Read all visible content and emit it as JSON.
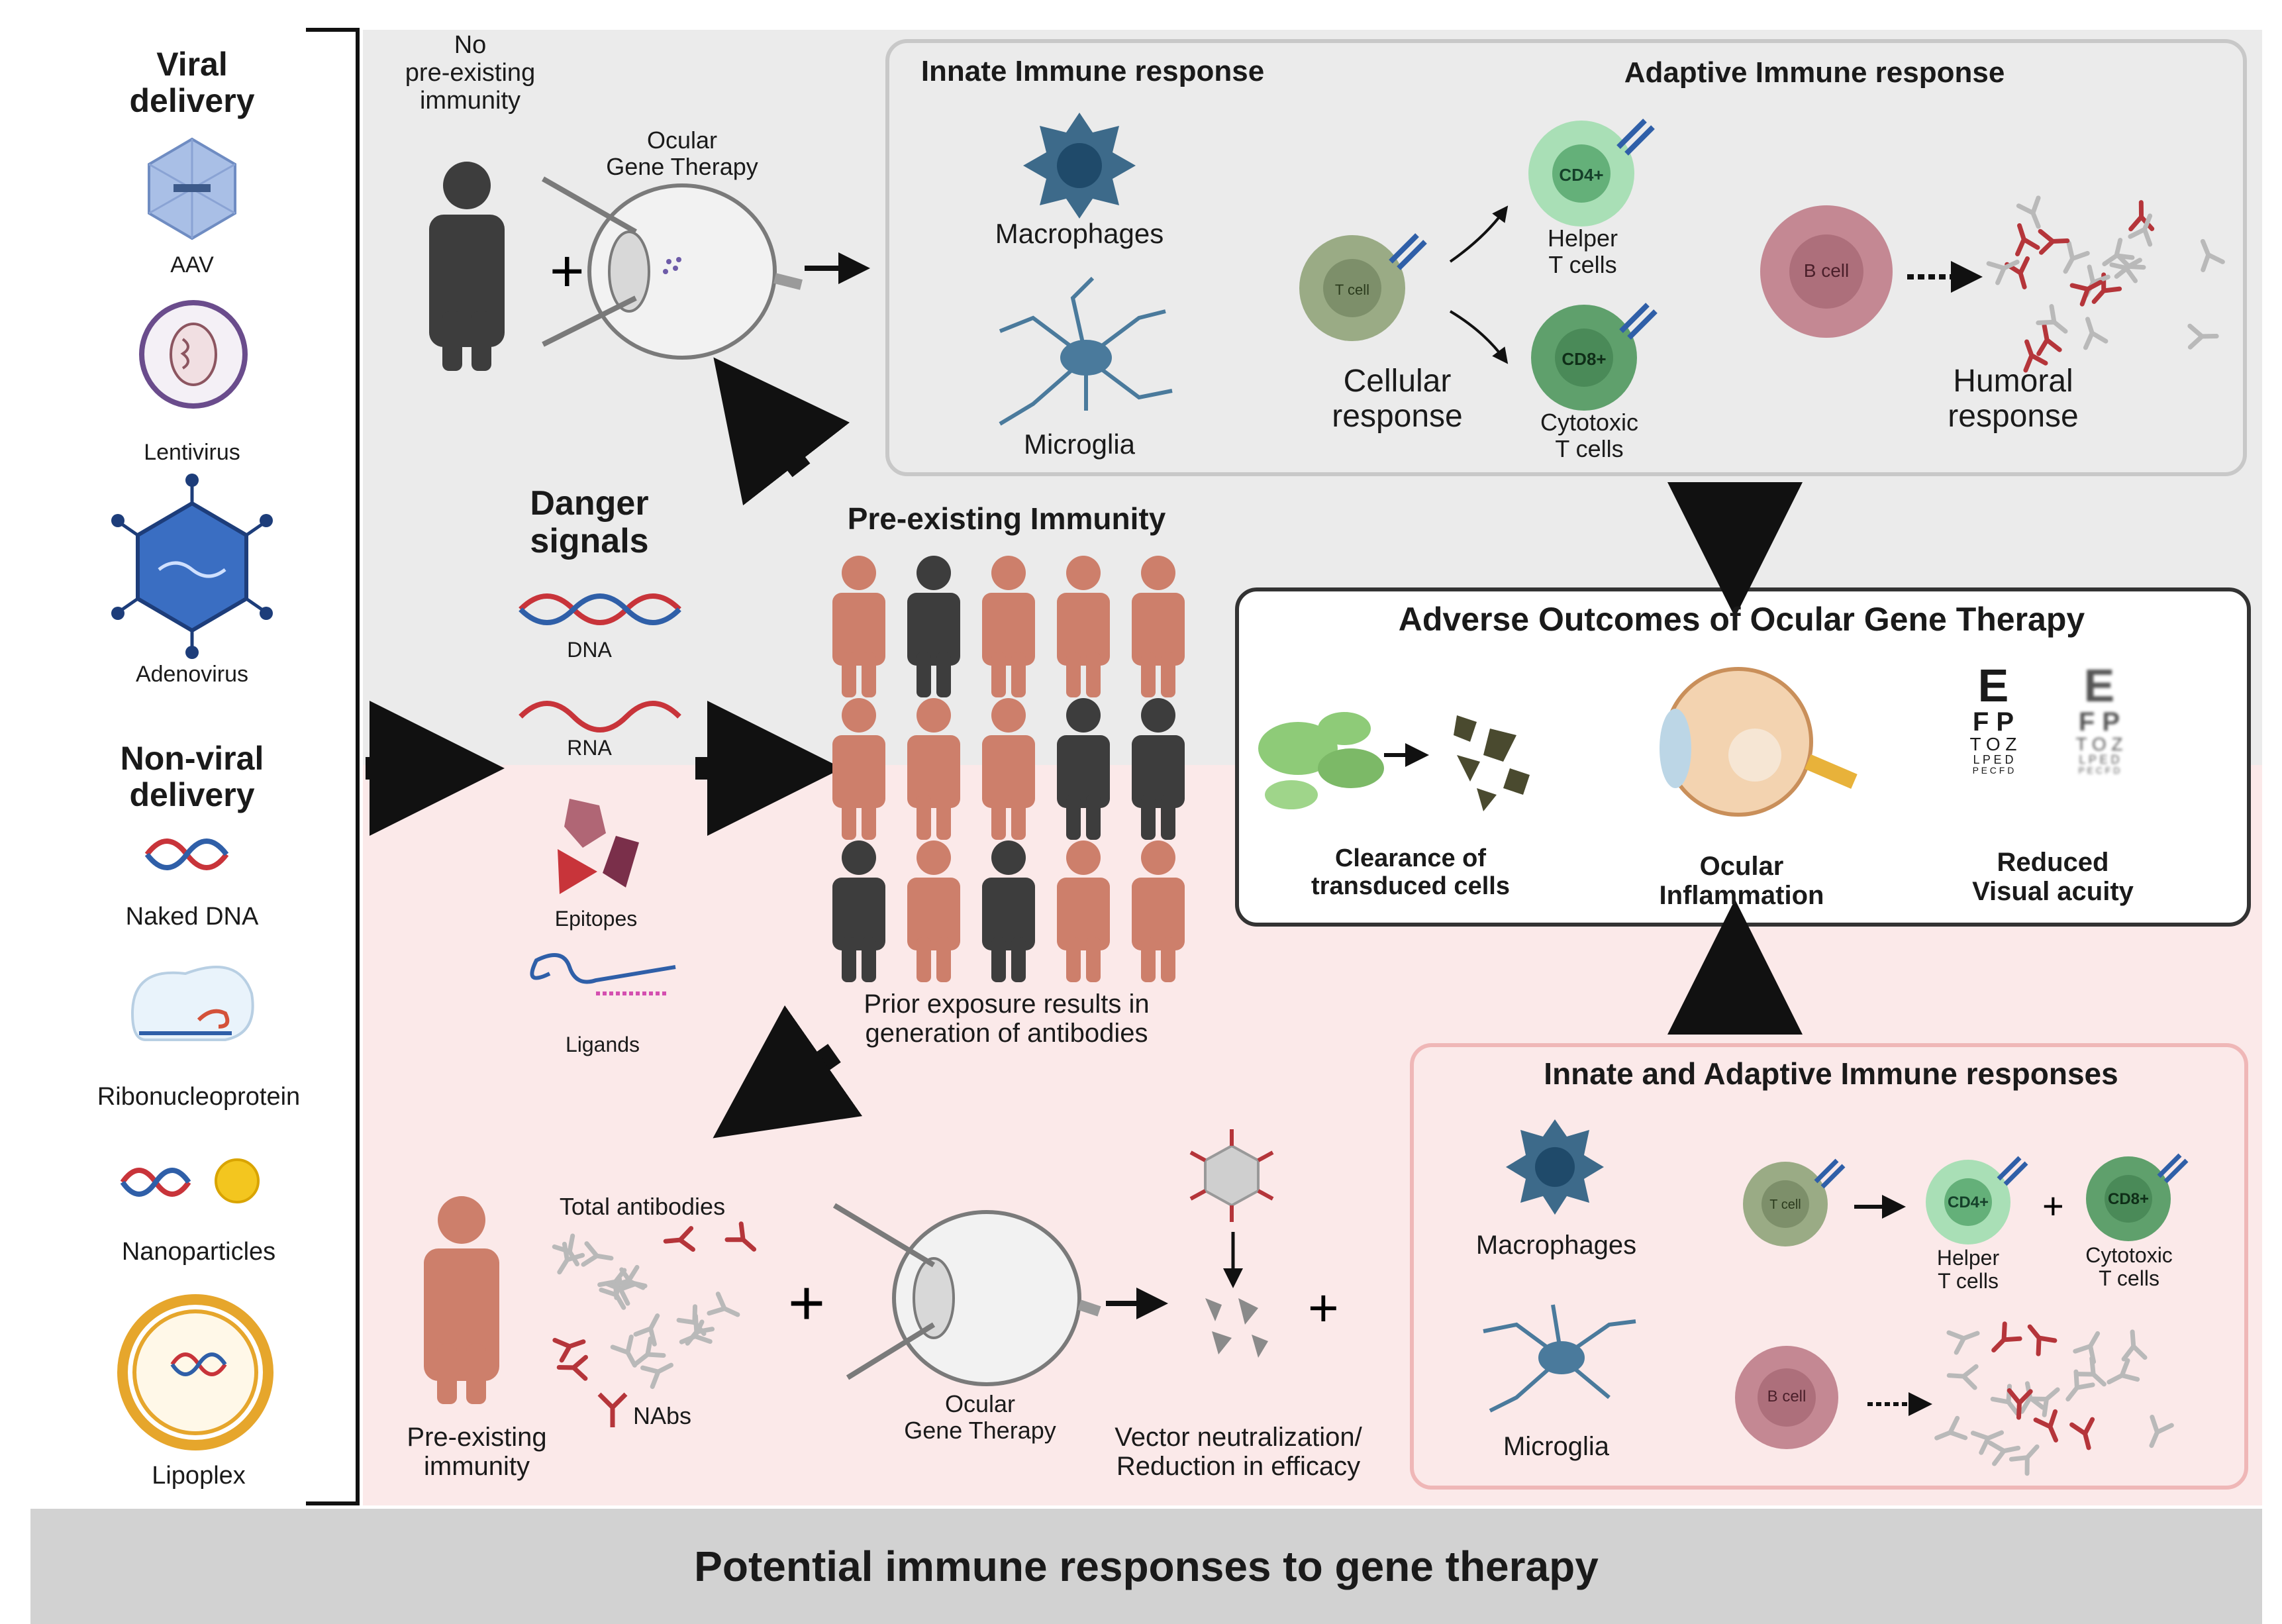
{
  "left_column": {
    "viral_heading": "Viral\ndelivery",
    "aav": "AAV",
    "lentivirus": "Lentivirus",
    "adenovirus": "Adenovirus",
    "nonviral_heading": "Non-viral\ndelivery",
    "naked_dna": "Naked DNA",
    "ribonucleoprotein": "Ribonucleoprotein",
    "nanoparticles": "Nanoparticles",
    "lipoplex": "Lipoplex"
  },
  "no_immunity": {
    "label": "No\npre-existing\nimmunity",
    "therapy": "Ocular\nGene Therapy"
  },
  "innate_box": {
    "title": "Innate Immune response",
    "macrophages": "Macrophages",
    "microglia": "Microglia"
  },
  "adaptive_box": {
    "title": "Adaptive Immune response",
    "t_cell": "T cell",
    "cd4": "CD4+",
    "cd8": "CD8+",
    "helper": "Helper\nT cells",
    "cytotoxic": "Cytotoxic\nT cells",
    "cellular": "Cellular\nresponse",
    "b_cell": "B cell",
    "humoral": "Humoral\nresponse"
  },
  "danger": {
    "title": "Danger\nsignals",
    "dna": "DNA",
    "rna": "RNA",
    "epitopes": "Epitopes",
    "ligands": "Ligands"
  },
  "pre_existing": {
    "title": "Pre-existing Immunity",
    "caption": "Prior exposure results in\ngeneration of antibodies",
    "grid": [
      [
        "salmon",
        "dark",
        "salmon",
        "salmon",
        "salmon"
      ],
      [
        "salmon",
        "salmon",
        "salmon",
        "dark",
        "dark"
      ],
      [
        "dark",
        "salmon",
        "dark",
        "salmon",
        "salmon"
      ]
    ]
  },
  "adverse": {
    "title": "Adverse Outcomes of Ocular Gene Therapy",
    "clearance": "Clearance of\ntransduced cells",
    "inflammation": "Ocular\nInflammation",
    "reduced": "Reduced\nVisual acuity",
    "chart_big": "E",
    "chart_row2": "F P",
    "chart_row3": "T O Z",
    "chart_row4": "L P E D",
    "chart_row5": "P E C F D"
  },
  "bottom_left": {
    "person": "Pre-existing\nimmunity",
    "total": "Total antibodies",
    "nabs": "NAbs",
    "therapy": "Ocular\nGene Therapy",
    "neutralization": "Vector neutralization/\nReduction in efficacy"
  },
  "innate_adaptive": {
    "title": "Innate and Adaptive Immune responses",
    "macrophages": "Macrophages",
    "microglia": "Microglia",
    "t_cell": "T cell",
    "cd4": "CD4+",
    "cd8": "CD8+",
    "helper": "Helper\nT cells",
    "cytotoxic": "Cytotoxic\nT cells",
    "b_cell": "B cell"
  },
  "footer": "Potential immune responses to gene therapy",
  "colors": {
    "upper_bg": "#ebebeb",
    "lower_bg": "#fbe9e9",
    "salmon": "#cd7f6b",
    "dark": "#3d3d3d",
    "antibody_red": "#b5353a",
    "antibody_grey": "#b9b9b9",
    "macrophage": "#3d6a8a",
    "tcell": "#9aab85",
    "cd4": "#8fd6a6",
    "cd8": "#5fa06c",
    "bcell": "#c48893"
  }
}
